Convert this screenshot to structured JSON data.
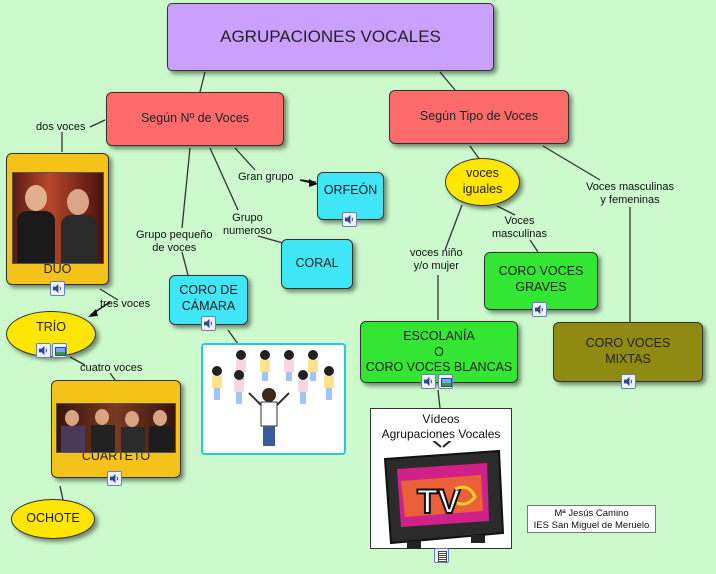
{
  "title": "AGRUPACIONES VOCALES",
  "nodes": {
    "num_voces": "Según Nº de Voces",
    "tipo_voces": "Según Tipo de Voces",
    "duo": "DUO",
    "trio": "TRÍO",
    "cuarteto": "CUARTETO",
    "ochote": "OCHOTE",
    "coro_camara": [
      "CORO DE",
      "CÁMARA"
    ],
    "coral": "CORAL",
    "orfeon": "ORFEÓN",
    "voces_iguales": [
      "voces",
      "iguales"
    ],
    "coro_graves": [
      "CORO VOCES",
      "GRAVES"
    ],
    "escolania": [
      "ESCOLANÍA",
      "O",
      "CORO VOCES BLANCAS"
    ],
    "coro_mixtas": [
      "CORO VOCES",
      "MIXTAS"
    ]
  },
  "labels": {
    "dos_voces": "dos voces",
    "tres_voces": "tres voces",
    "cuatro_voces": "cuatro voces",
    "grupo_pequeno": [
      "Grupo pequeño",
      "de voces"
    ],
    "grupo_numeroso": [
      "Grupo",
      "numeroso"
    ],
    "gran_grupo": "Gran grupo",
    "voces_masculinas": [
      "Voces",
      "masculinas"
    ],
    "voces_nino": [
      "voces niño",
      "y/o mujer"
    ],
    "voces_mixtas": [
      "Voces masculinas",
      "y femeninas"
    ]
  },
  "video": {
    "line1": "Vídeos",
    "line2": "Agrupaciones Vocales",
    "tv_text": "TV"
  },
  "credit": {
    "line1": "Mª Jesús Camino",
    "line2": "IES San Miguel de Meruelo"
  },
  "colors": {
    "background": "#ccfacc",
    "title_fill": "#c9a0ff",
    "category_fill": "#ff6b6b",
    "photo_node_fill": "#f5c21a",
    "ellipse_fill": "#ffe600",
    "cyan_fill": "#3fe6f5",
    "green_fill": "#33e633",
    "olive_fill": "#8f8a12"
  },
  "icons": [
    "speaker-icon",
    "image-icon",
    "document-icon",
    "arrow-icon"
  ]
}
